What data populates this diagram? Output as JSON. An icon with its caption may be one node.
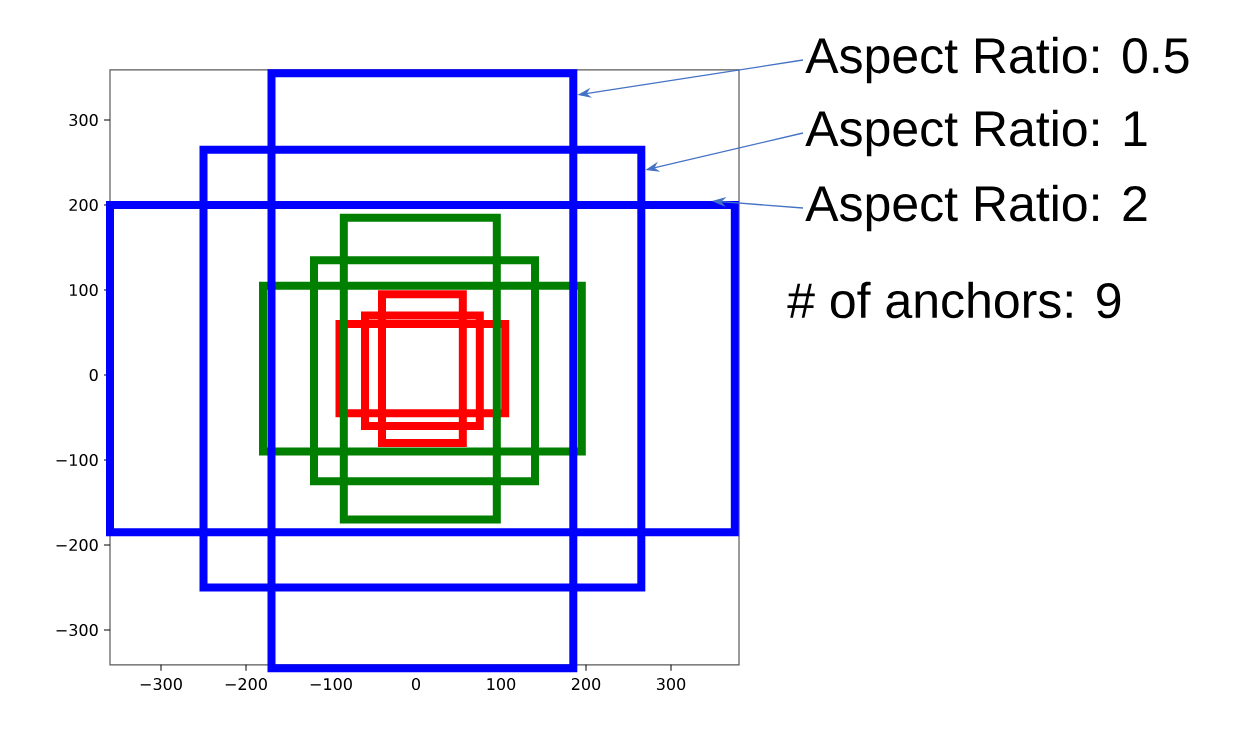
{
  "diagram": {
    "nodes": [
      {
        "text": [
          "Aspect Ratio: 0.5"
        ]
      },
      {
        "text": [
          "Aspect Ratio: 1"
        ]
      },
      {
        "text": [
          "Aspect Ratio: 2"
        ]
      },
      {
        "text": [],
        "shape": "box"
      },
      {
        "text": [],
        "shape": "box"
      },
      {
        "text": [],
        "shape": "box"
      }
    ],
    "edges": [
      {
        "from": 0,
        "to": 3,
        "arrow": "to"
      },
      {
        "from": 1,
        "to": 4,
        "arrow": "to"
      },
      {
        "from": 2,
        "to": 5,
        "arrow": "to"
      }
    ],
    "labels": [
      "# of anchors: 9",
      "300",
      "200",
      "100",
      "0",
      "−100",
      "−200",
      "−300",
      "−300",
      "−200",
      "−100",
      "0",
      "100",
      "200",
      "300"
    ]
  }
}
